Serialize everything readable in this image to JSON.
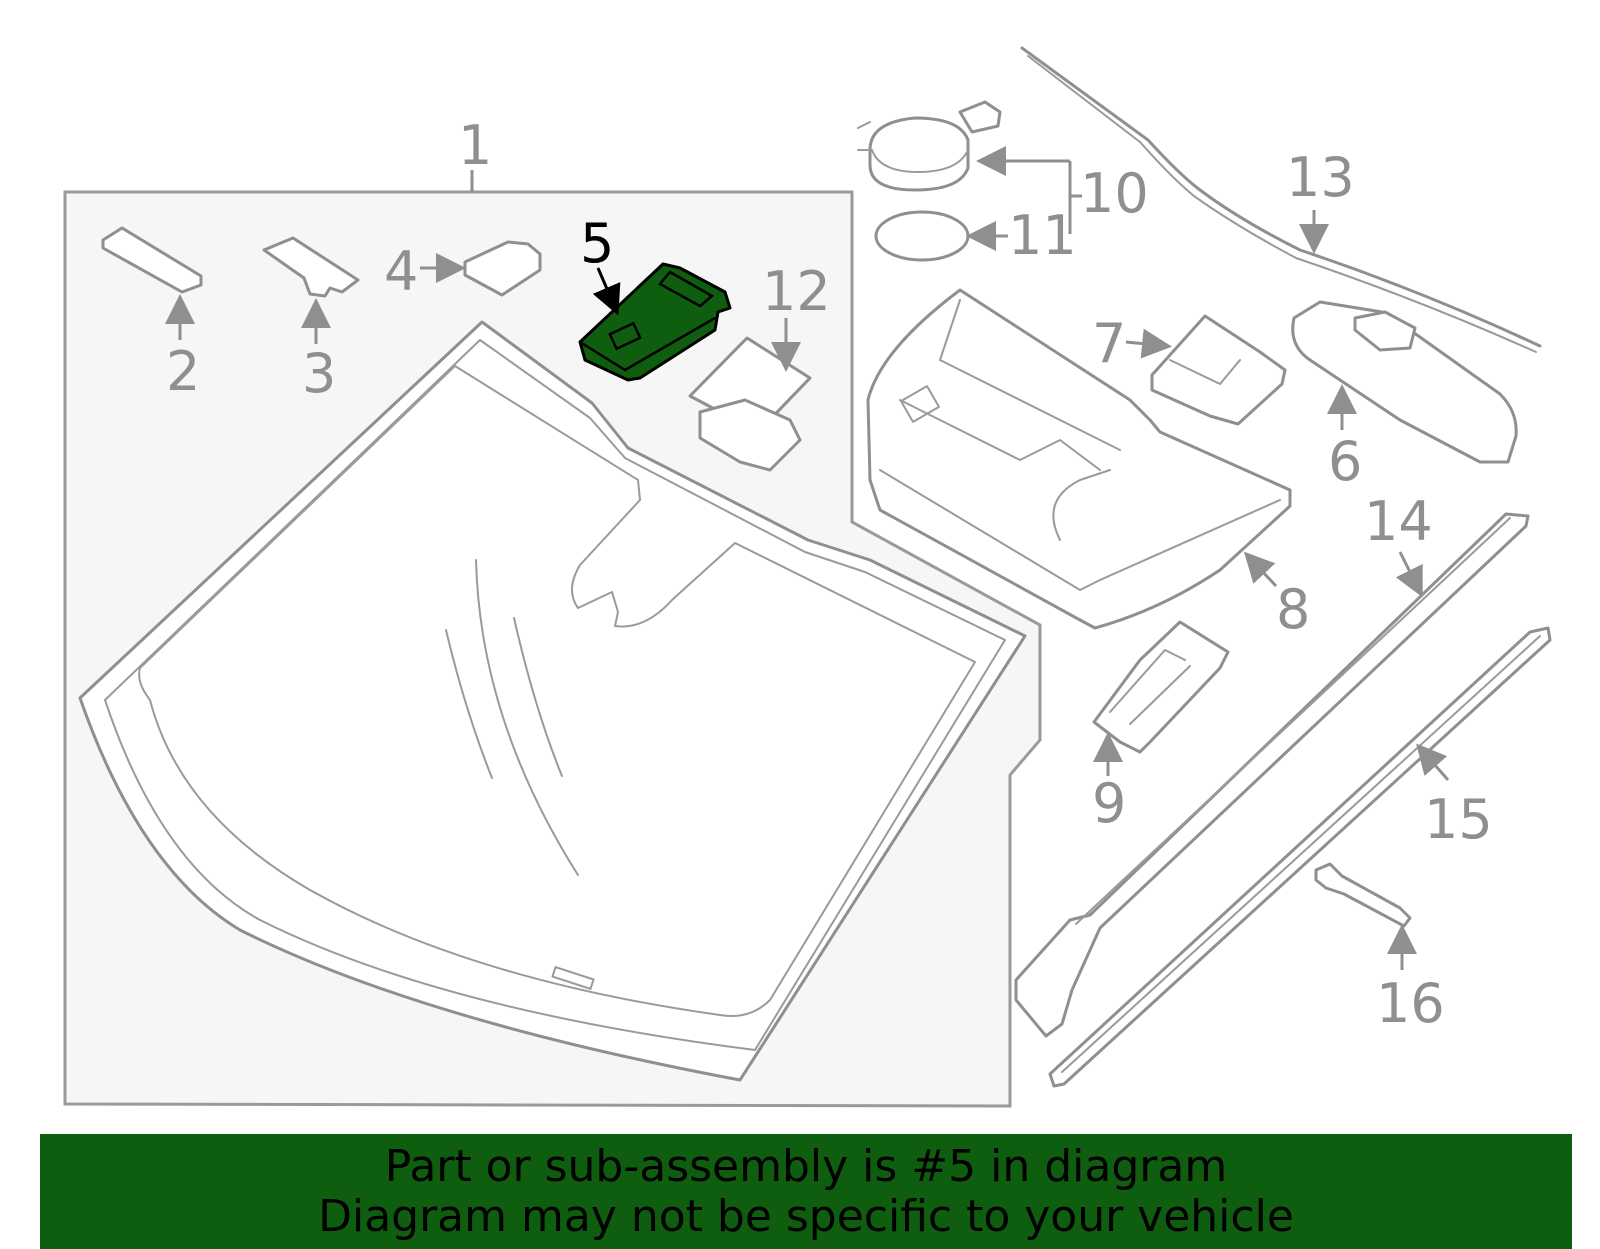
{
  "diagram": {
    "callouts": [
      "1",
      "2",
      "3",
      "4",
      "5",
      "6",
      "7",
      "8",
      "9",
      "10",
      "11",
      "12",
      "13",
      "14",
      "15",
      "16"
    ],
    "highlighted_part": "5",
    "highlight_color": "#0f5e0f"
  },
  "banner": {
    "line1": "Part or sub-assembly is #5 in diagram",
    "line2": "Diagram may not be specific to your vehicle",
    "background": "#0f5e0f"
  }
}
